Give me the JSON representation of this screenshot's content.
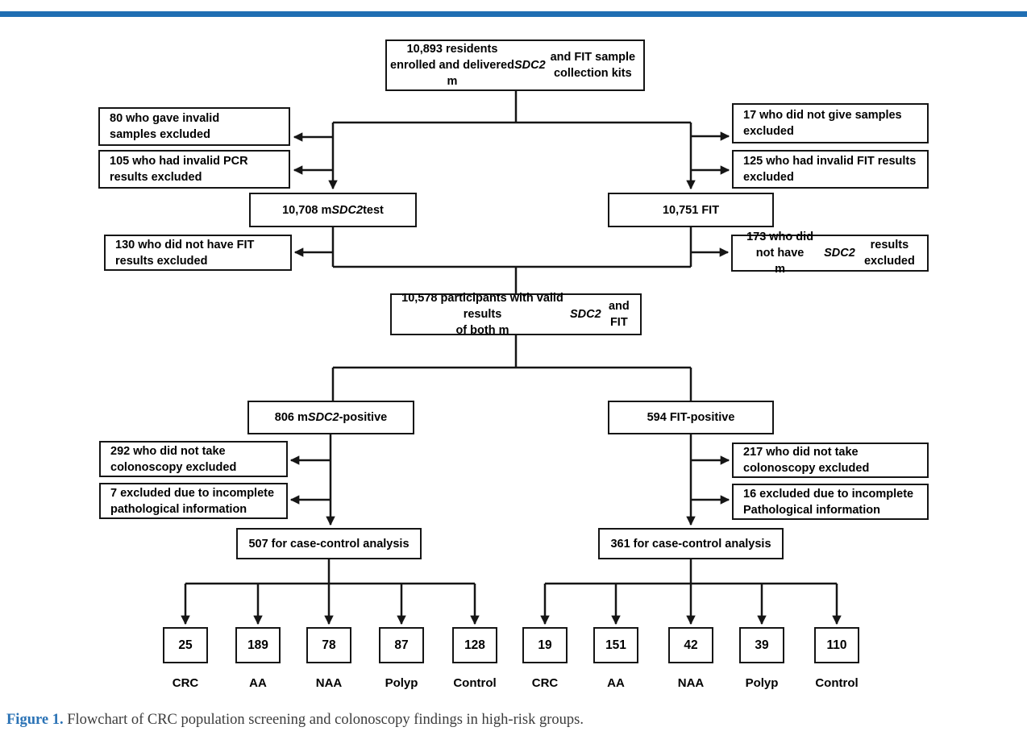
{
  "top_bar": {
    "color": "#1f6eb3"
  },
  "flowchart": {
    "line_color": "#151515",
    "nodes": {
      "enrolled": "10,893 residents enrolled and delivered\nm*SDC2* and FIT sample collection kits",
      "excl_invalid_samples": "80 who gave invalid\nsamples excluded",
      "excl_invalid_pcr": "105 who had invalid PCR\nresults excluded",
      "excl_no_samples": "17 who did not give samples\nexcluded",
      "excl_invalid_fit": "125 who had invalid FIT results\nexcluded",
      "msdc2_test": "10,708 m*SDC2* test",
      "fit_test": "10,751 FIT",
      "excl_no_fit_results": "130 who did not have FIT\nresults excluded",
      "excl_no_msdc2_results": "173 who did not have\nm*SDC2* results excluded",
      "valid_both": "10,578 participants with valid results\nof both m*SDC2* and FIT",
      "msdc2_positive": "806 m*SDC2*-positive",
      "fit_positive": "594 FIT-positive",
      "excl_no_colonoscopy_left": "292 who did not take\ncolonoscopy excluded",
      "excl_incomplete_path_left": "7 excluded due to incomplete\npathological information",
      "excl_no_colonoscopy_right": "217 who did not take\ncolonoscopy excluded",
      "excl_incomplete_path_right": "16 excluded due to incomplete\nPathological information",
      "case_control_left": "507 for case-control analysis",
      "case_control_right": "361 for case-control analysis"
    },
    "left_branch": {
      "counts": [
        "25",
        "189",
        "78",
        "87",
        "128"
      ],
      "labels": [
        "CRC",
        "AA",
        "NAA",
        "Polyp",
        "Control"
      ]
    },
    "right_branch": {
      "counts": [
        "19",
        "151",
        "42",
        "39",
        "110"
      ],
      "labels": [
        "CRC",
        "AA",
        "NAA",
        "Polyp",
        "Control"
      ]
    }
  },
  "caption": {
    "label": "Figure 1.",
    "label_color": "#2a72b5",
    "text": "Flowchart of CRC population screening and colonoscopy findings in high-risk groups."
  }
}
